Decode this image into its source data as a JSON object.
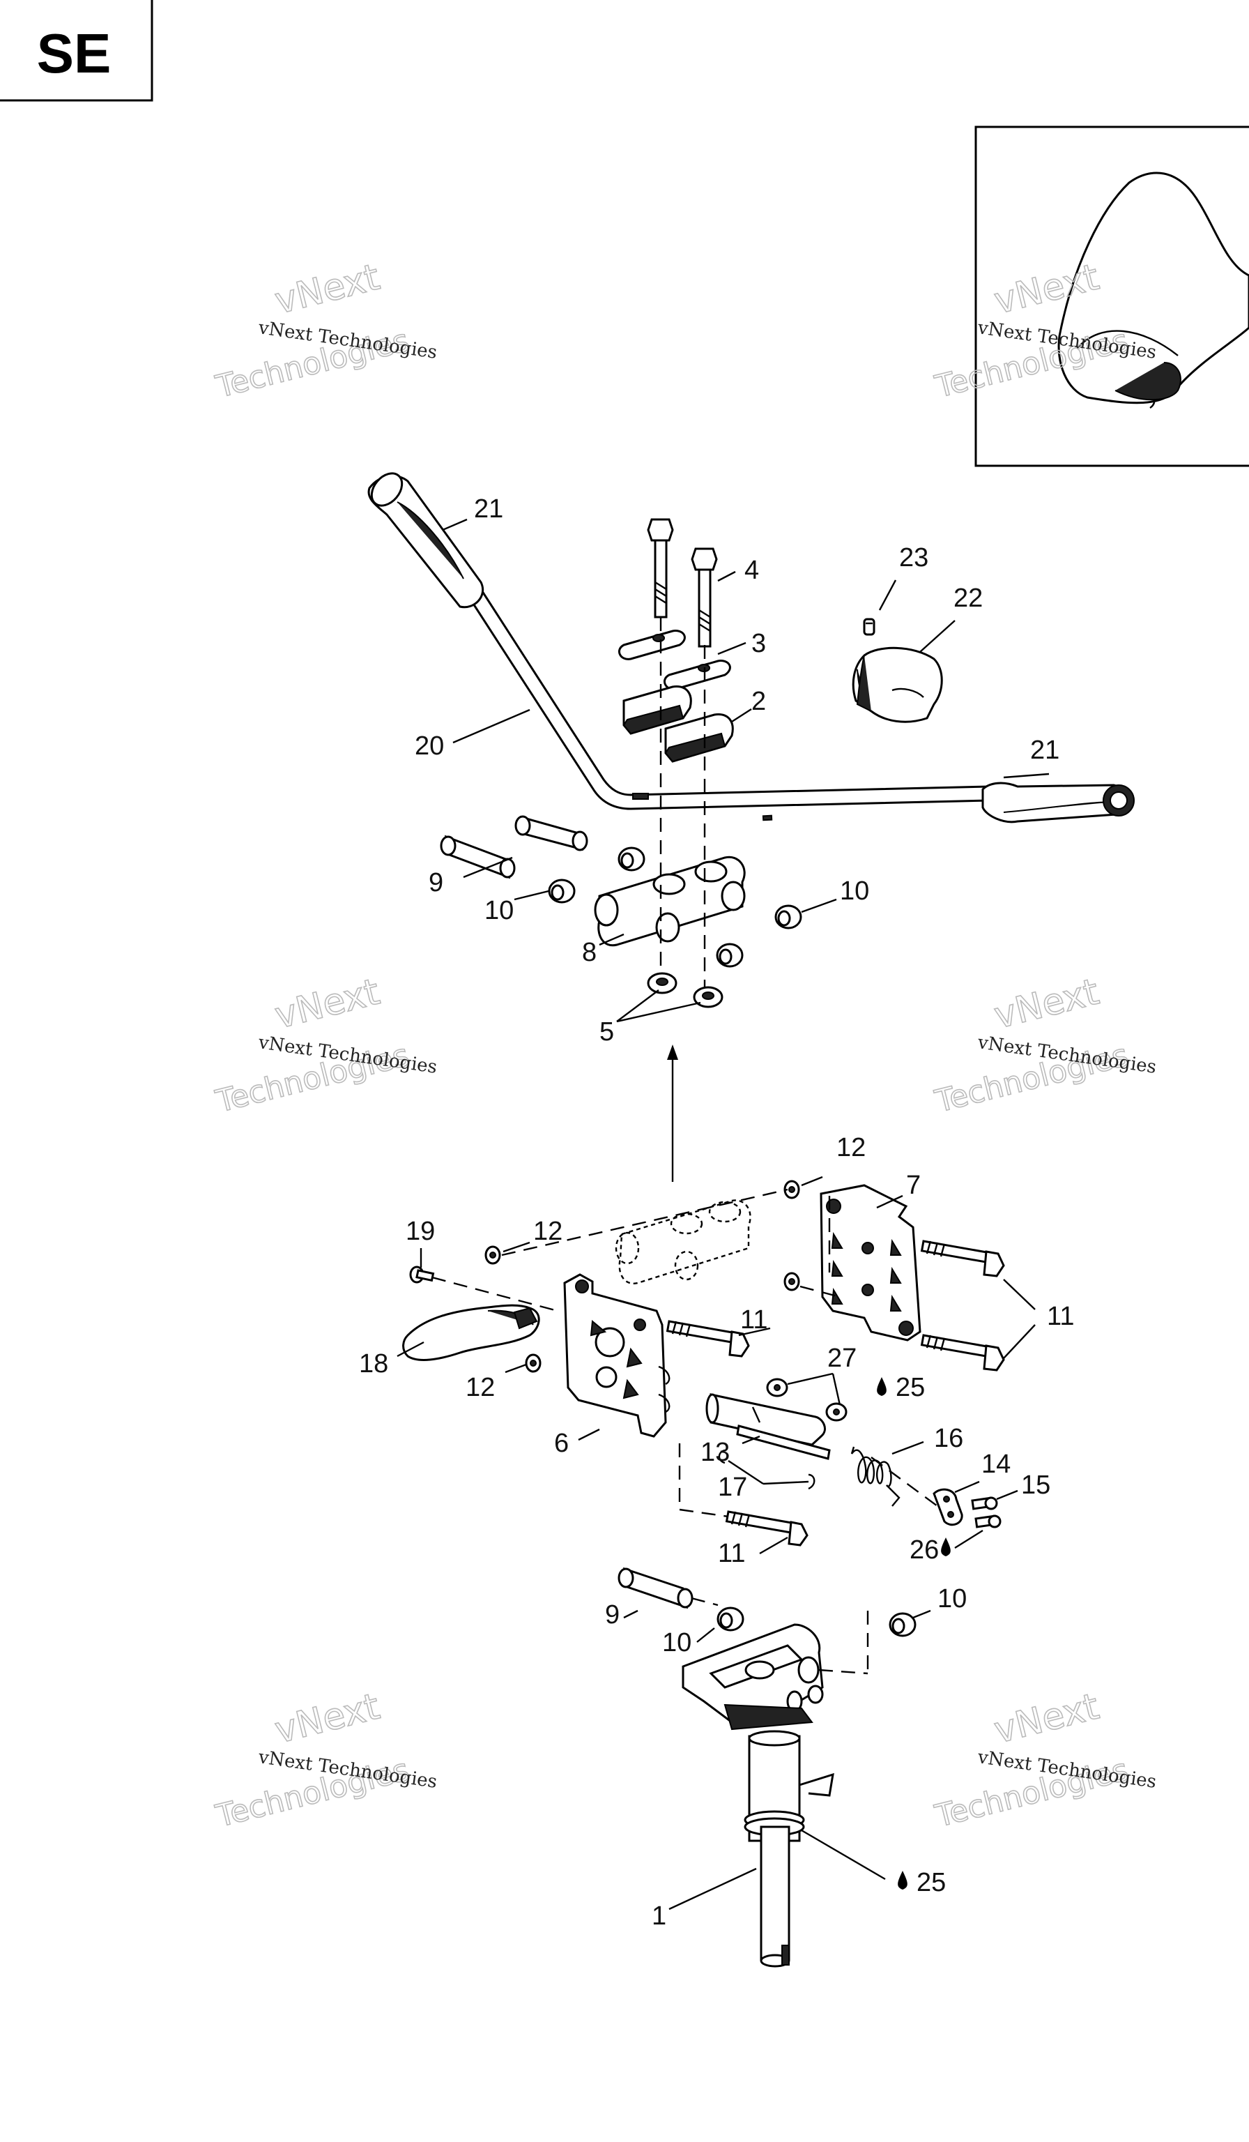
{
  "badge": "SE",
  "watermark": {
    "line1": "vNext Technologies",
    "line2": "vNext",
    "line3": "Technologies"
  },
  "labels": [
    {
      "id": "l21a",
      "text": "21"
    },
    {
      "id": "l4",
      "text": "4"
    },
    {
      "id": "l3",
      "text": "3"
    },
    {
      "id": "l2",
      "text": "2"
    },
    {
      "id": "l23",
      "text": "23"
    },
    {
      "id": "l22",
      "text": "22"
    },
    {
      "id": "l20",
      "text": "20"
    },
    {
      "id": "l21b",
      "text": "21"
    },
    {
      "id": "l9a",
      "text": "9"
    },
    {
      "id": "l10a",
      "text": "10"
    },
    {
      "id": "l10b",
      "text": "10"
    },
    {
      "id": "l8",
      "text": "8"
    },
    {
      "id": "l5",
      "text": "5"
    },
    {
      "id": "l12a",
      "text": "12"
    },
    {
      "id": "l7",
      "text": "7"
    },
    {
      "id": "l19",
      "text": "19"
    },
    {
      "id": "l12b",
      "text": "12"
    },
    {
      "id": "l11a",
      "text": "11"
    },
    {
      "id": "l11b",
      "text": "11"
    },
    {
      "id": "l18",
      "text": "18"
    },
    {
      "id": "l27",
      "text": "27"
    },
    {
      "id": "l25a",
      "text": "25"
    },
    {
      "id": "l12c",
      "text": "12"
    },
    {
      "id": "l16",
      "text": "16"
    },
    {
      "id": "l6",
      "text": "6"
    },
    {
      "id": "l13",
      "text": "13"
    },
    {
      "id": "l14",
      "text": "14"
    },
    {
      "id": "l17",
      "text": "17"
    },
    {
      "id": "l15",
      "text": "15"
    },
    {
      "id": "l26",
      "text": "26"
    },
    {
      "id": "l11c",
      "text": "11"
    },
    {
      "id": "l9b",
      "text": "9"
    },
    {
      "id": "l10c",
      "text": "10"
    },
    {
      "id": "l10d",
      "text": "10"
    },
    {
      "id": "l25b",
      "text": "25"
    },
    {
      "id": "l1",
      "text": "1"
    }
  ]
}
